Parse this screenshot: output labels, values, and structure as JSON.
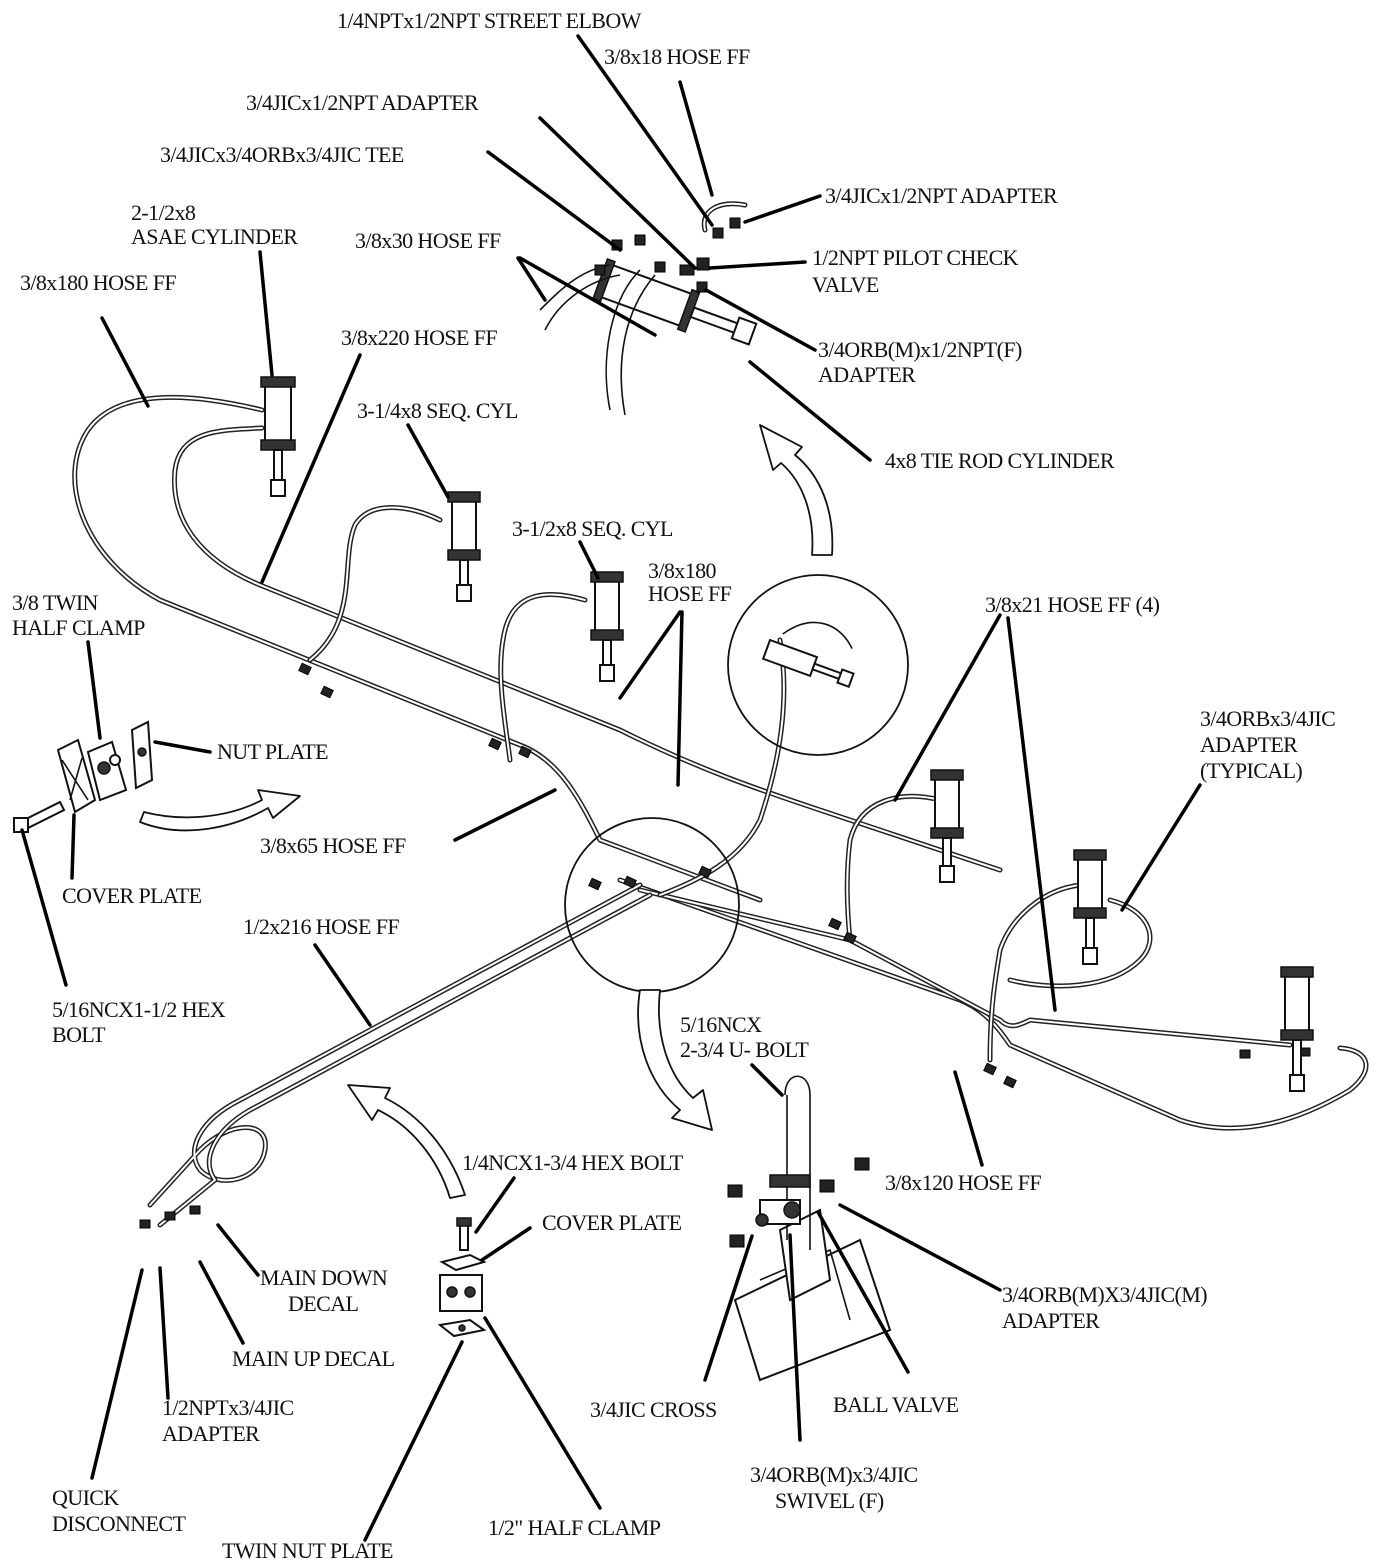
{
  "labels": {
    "street_elbow": "1/4NPTx1/2NPT STREET ELBOW",
    "hose_18": "3/8x18 HOSE FF",
    "adapter_jic_npt_a": "3/4JICx1/2NPT ADAPTER",
    "tee": "3/4JICx3/4ORBx3/4JIC TEE",
    "adapter_jic_npt_b": "3/4JICx1/2NPT ADAPTER",
    "asae_cyl_l1": "2-1/2x8",
    "asae_cyl_l2": "ASAE CYLINDER",
    "hose_30": "3/8x30 HOSE FF",
    "pilot_check_l1": "1/2NPT PILOT CHECK",
    "pilot_check_l2": "VALVE",
    "hose_180_a": "3/8x180 HOSE FF",
    "hose_220": "3/8x220 HOSE FF",
    "orb_npt_adapter_l1": "3/4ORB(M)x1/2NPT(F)",
    "orb_npt_adapter_l2": "ADAPTER",
    "seq_cyl_314": "3-1/4x8 SEQ. CYL",
    "tie_rod_cyl": "4x8 TIE ROD CYLINDER",
    "seq_cyl_312": "3-1/2x8 SEQ. CYL",
    "hose_180_b_l1": "3/8x180",
    "hose_180_b_l2": "HOSE FF",
    "twin_clamp_l1": "3/8 TWIN",
    "twin_clamp_l2": "HALF CLAMP",
    "hose_21": "3/8x21 HOSE FF (4)",
    "orb_jic_adapter_l1": "3/4ORBx3/4JIC",
    "orb_jic_adapter_l2": "ADAPTER",
    "orb_jic_adapter_l3": "(TYPICAL)",
    "nut_plate": "NUT PLATE",
    "hose_65": "3/8x65 HOSE FF",
    "cover_plate_a": "COVER PLATE",
    "hose_216": "1/2x216 HOSE FF",
    "hex_bolt_516_l1": "5/16NCX1-1/2 HEX",
    "hex_bolt_516_l2": "BOLT",
    "ubolt_l1": "5/16NCX",
    "ubolt_l2": "2-3/4 U- BOLT",
    "hex_bolt_14": "1/4NCX1-3/4 HEX BOLT",
    "hose_120": "3/8x120 HOSE FF",
    "cover_plate_b": "COVER PLATE",
    "main_down_l1": "MAIN DOWN",
    "main_down_l2": "DECAL",
    "orbm_jicm_l1": "3/4ORB(M)X3/4JIC(M)",
    "orbm_jicm_l2": "ADAPTER",
    "main_up": "MAIN UP DECAL",
    "npt_jic_l1": "1/2NPTx3/4JIC",
    "npt_jic_l2": "ADAPTER",
    "jic_cross": "3/4JIC CROSS",
    "ball_valve": "BALL VALVE",
    "quick_disc_l1": "QUICK",
    "quick_disc_l2": "DISCONNECT",
    "swivel_l1": "3/4ORB(M)x3/4JIC",
    "swivel_l2": "SWIVEL (F)",
    "half_clamp": "1/2\" HALF CLAMP",
    "twin_nut_plate": "TWIN NUT PLATE"
  }
}
